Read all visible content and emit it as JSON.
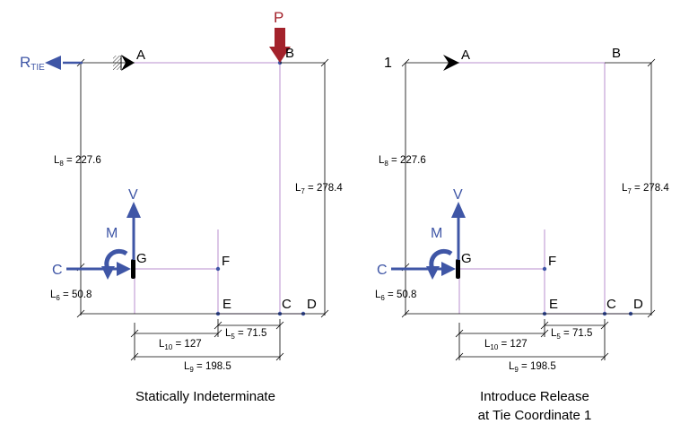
{
  "colors": {
    "member": "#b98fcf",
    "force": "#3f56a6",
    "load": "#a3222b",
    "dimension": "#000000"
  },
  "left": {
    "caption": "Statically Indeterminate",
    "tie_force": {
      "main": "R",
      "sub": "TIE"
    },
    "load": "P",
    "nodes": {
      "A": "A",
      "B": "B",
      "C": "C",
      "D": "D",
      "E": "E",
      "F": "F",
      "G": "G"
    },
    "forces": {
      "V": "V",
      "M": "M",
      "C": "C"
    },
    "dims": {
      "L8": {
        "main": "L",
        "sub": "8",
        "rest": " = 227.6"
      },
      "L7": {
        "main": "L",
        "sub": "7",
        "rest": " = 278.4"
      },
      "L6": {
        "main": "L",
        "sub": "6",
        "rest": " = 50.8"
      },
      "L5": {
        "main": "L",
        "sub": "5",
        "rest": " = 71.5"
      },
      "L10": {
        "main": "L",
        "sub": "10",
        "rest": " = 127"
      },
      "L9": {
        "main": "L",
        "sub": "9",
        "rest": " = 198.5"
      }
    }
  },
  "right": {
    "caption_line1": "Introduce Release",
    "caption_line2": "at Tie Coordinate 1",
    "coordinate": "1",
    "nodes": {
      "A": "A",
      "B": "B",
      "C": "C",
      "D": "D",
      "E": "E",
      "F": "F",
      "G": "G"
    },
    "forces": {
      "V": "V",
      "M": "M",
      "C": "C"
    },
    "dims": {
      "L8": {
        "main": "L",
        "sub": "8",
        "rest": " = 227.6"
      },
      "L7": {
        "main": "L",
        "sub": "7",
        "rest": " = 278.4"
      },
      "L6": {
        "main": "L",
        "sub": "6",
        "rest": " = 50.8"
      },
      "L5": {
        "main": "L",
        "sub": "5",
        "rest": " = 71.5"
      },
      "L10": {
        "main": "L",
        "sub": "10",
        "rest": " = 127"
      },
      "L9": {
        "main": "L",
        "sub": "9",
        "rest": " = 198.5"
      }
    }
  }
}
